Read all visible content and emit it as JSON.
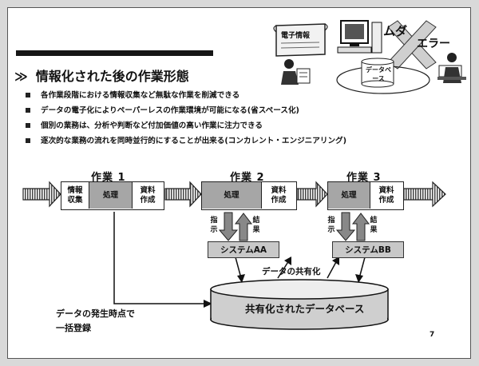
{
  "slide": {
    "title_marker": "≫",
    "title": "情報化された後の作業形態",
    "bullets": [
      "各作業段階における情報収集など無駄な作業を削減できる",
      "データの電子化によりペーパーレスの作業環境が可能になる(省スペース化)",
      "個別の業務は、分析や判断など付加価値の高い作業に注力できる",
      "逐次的な業務の流れを同時並行的にすることが出来る(コンカレント・エンジニアリング)"
    ],
    "page_number": "7"
  },
  "illustration": {
    "paper_label": "電子情報",
    "muda_label": "ムダ",
    "error_label": "エラー",
    "db_label": "データベース"
  },
  "diagram": {
    "stages": [
      {
        "header": "作業 1",
        "cells": [
          "情報\n収集",
          "処理",
          "資料\n作成"
        ]
      },
      {
        "header": "作業 2",
        "cells": [
          "処理",
          "資料\n作成"
        ]
      },
      {
        "header": "作業 3",
        "cells": [
          "処理",
          "資料\n作成"
        ]
      }
    ],
    "instruction_label": "指\n示",
    "result_label": "結\n果",
    "systems": [
      "システムAA",
      "システムBB"
    ],
    "share_label": "データの共有化",
    "database_label": "共有化されたデータベース",
    "register_label_1": "データの発生時点で",
    "register_label_2": "一括登録"
  }
}
